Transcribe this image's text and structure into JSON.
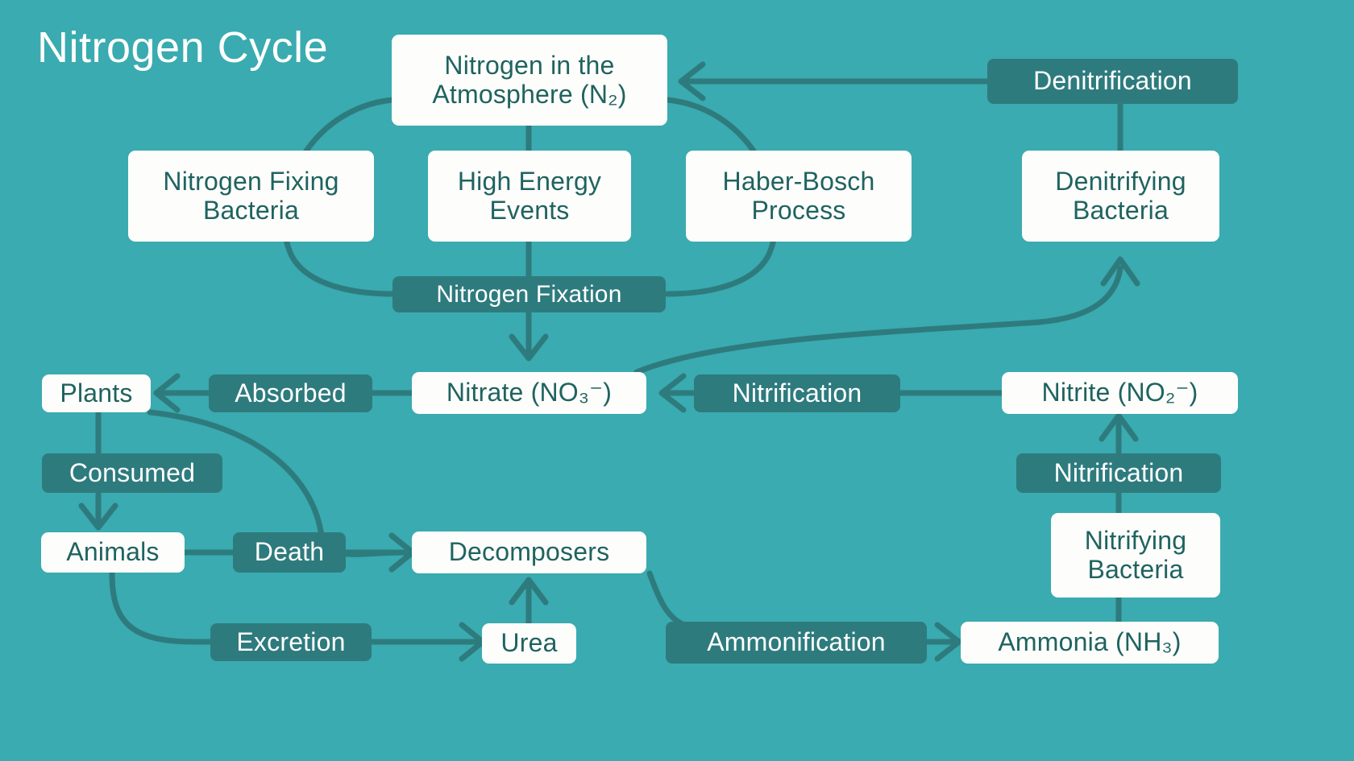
{
  "title": "Nitrogen Cycle",
  "colors": {
    "background": "#3aabb0",
    "entity_box": "#fdfdfb",
    "entity_text": "#1f6360",
    "process_box": "#2e7b7e",
    "process_text": "#ffffff",
    "connector": "#2e7b7e",
    "title_text": "#ffffff"
  },
  "nodes": {
    "nitrogen_atmosphere": "Nitrogen in the\nAtmosphere (N₂)",
    "denitrification": "Denitrification",
    "nitrogen_fixing_bacteria": "Nitrogen Fixing\nBacteria",
    "high_energy_events": "High Energy\nEvents",
    "haber_bosch_process": "Haber-Bosch\nProcess",
    "denitrifying_bacteria": "Denitrifying\nBacteria",
    "nitrogen_fixation": "Nitrogen Fixation",
    "plants": "Plants",
    "absorbed": "Absorbed",
    "nitrate": "Nitrate (NO₃⁻)",
    "nitrification_left": "Nitrification",
    "nitrite": "Nitrite (NO₂⁻)",
    "consumed": "Consumed",
    "nitrification_right": "Nitrification",
    "animals": "Animals",
    "death": "Death",
    "decomposers": "Decomposers",
    "nitrifying_bacteria": "Nitrifying\nBacteria",
    "excretion": "Excretion",
    "urea": "Urea",
    "ammonification": "Ammonification",
    "ammonia": "Ammonia (NH₃)"
  },
  "chart_data": {
    "type": "diagram",
    "title": "Nitrogen Cycle",
    "diagram_kind": "cycle-flowchart",
    "node_types": {
      "entity": [
        "Nitrogen in the Atmosphere (N₂)",
        "Nitrogen Fixing Bacteria",
        "High Energy Events",
        "Haber-Bosch Process",
        "Denitrifying Bacteria",
        "Plants",
        "Nitrate (NO₃⁻)",
        "Nitrite (NO₂⁻)",
        "Animals",
        "Decomposers",
        "Nitrifying Bacteria",
        "Urea",
        "Ammonia (NH₃)"
      ],
      "process": [
        "Denitrification",
        "Nitrogen Fixation",
        "Absorbed",
        "Nitrification",
        "Consumed",
        "Death",
        "Excretion",
        "Ammonification"
      ]
    },
    "edges": [
      {
        "from": "Denitrification",
        "to": "Nitrogen in the Atmosphere (N₂)",
        "arrow": true
      },
      {
        "from": "Denitrification",
        "to": "Denitrifying Bacteria",
        "arrow": false
      },
      {
        "from": "Nitrogen in the Atmosphere (N₂)",
        "to": "Nitrogen Fixation",
        "arrow": false
      },
      {
        "from": "Nitrogen Fixing Bacteria",
        "to": "Nitrogen Fixation",
        "arrow": false
      },
      {
        "from": "High Energy Events",
        "to": "Nitrogen Fixation",
        "arrow": false
      },
      {
        "from": "Haber-Bosch Process",
        "to": "Nitrogen Fixation",
        "arrow": false
      },
      {
        "from": "Nitrogen Fixation",
        "to": "Nitrate (NO₃⁻)",
        "arrow": true
      },
      {
        "from": "Nitrate (NO₃⁻)",
        "to": "Denitrifying Bacteria",
        "arrow": true
      },
      {
        "from": "Absorbed",
        "to": "Plants",
        "arrow": true
      },
      {
        "from": "Nitrate (NO₃⁻)",
        "to": "Absorbed",
        "arrow": false
      },
      {
        "from": "Nitrification",
        "to": "Nitrate (NO₃⁻)",
        "arrow": true
      },
      {
        "from": "Nitrite (NO₂⁻)",
        "to": "Nitrification",
        "arrow": false
      },
      {
        "from": "Plants",
        "to": "Consumed",
        "arrow": false
      },
      {
        "from": "Consumed",
        "to": "Animals",
        "arrow": true
      },
      {
        "from": "Animals",
        "to": "Death",
        "arrow": false
      },
      {
        "from": "Death",
        "to": "Decomposers",
        "arrow": true
      },
      {
        "from": "Plants",
        "to": "Decomposers",
        "arrow": true
      },
      {
        "from": "Animals",
        "to": "Excretion",
        "arrow": false
      },
      {
        "from": "Excretion",
        "to": "Urea",
        "arrow": true
      },
      {
        "from": "Urea",
        "to": "Decomposers",
        "arrow": true
      },
      {
        "from": "Decomposers",
        "to": "Ammonification",
        "arrow": false
      },
      {
        "from": "Ammonification",
        "to": "Ammonia (NH₃)",
        "arrow": true
      },
      {
        "from": "Ammonia (NH₃)",
        "to": "Nitrifying Bacteria",
        "arrow": false
      },
      {
        "from": "Nitrifying Bacteria",
        "to": "Nitrification",
        "arrow": false
      },
      {
        "from": "Nitrification",
        "to": "Nitrite (NO₂⁻)",
        "arrow": true
      }
    ]
  }
}
